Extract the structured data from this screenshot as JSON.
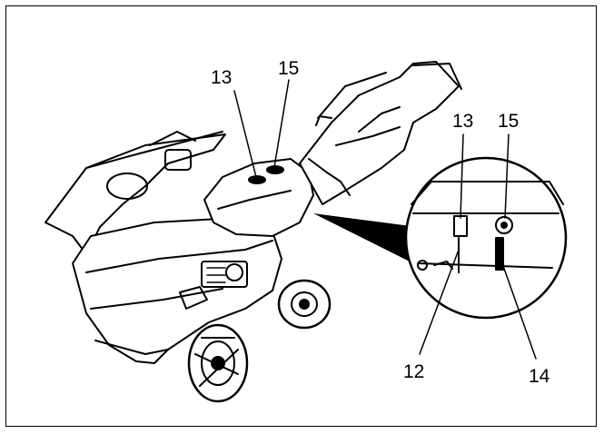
{
  "figure": {
    "callouts": [
      {
        "id": "13-main",
        "text": "13"
      },
      {
        "id": "15-main",
        "text": "15"
      },
      {
        "id": "13-detail",
        "text": "13"
      },
      {
        "id": "15-detail",
        "text": "15"
      },
      {
        "id": "12-detail",
        "text": "12"
      },
      {
        "id": "14-detail",
        "text": "14"
      }
    ]
  },
  "colors": {
    "line": "#000000",
    "background": "#ffffff"
  }
}
